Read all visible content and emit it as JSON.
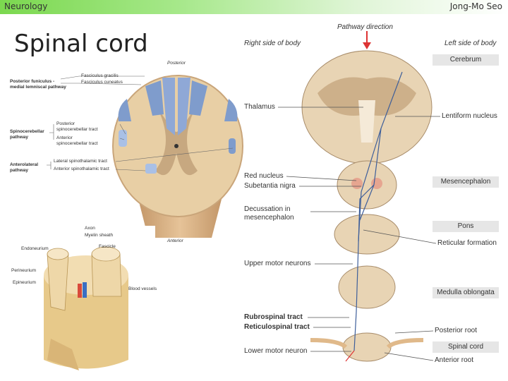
{
  "header": {
    "left": "Neurology",
    "right": "Jong-Mo Seo"
  },
  "title": "Spinal cord",
  "cross_section": {
    "posterior": "Posterior",
    "anterior": "Anterior",
    "pathways": [
      {
        "name": "Posterior funiculus -\nmedial lemniscal pathway",
        "tracts": [
          "Fasciculus gracilis",
          "Fasciculus cuneatus"
        ]
      },
      {
        "name": "Spinocerebellar\npathway",
        "tracts": [
          "Posterior\nspinocerebellar tract",
          "Anterior\nspinocerebellar tract"
        ]
      },
      {
        "name": "Anterolateral\npathway",
        "tracts": [
          "Lateral spinothalamic tract",
          "Anterior spinothalamic tract"
        ]
      }
    ]
  },
  "nerve": {
    "labels": [
      "Axon",
      "Myelin sheath",
      "Fascicle",
      "Endoneurium",
      "Perineurium",
      "Epineurium",
      "Blood vessels"
    ]
  },
  "motor_pathway": {
    "direction": "Pathway direction",
    "right_side": "Right side of body",
    "left_side": "Left side of body",
    "left_labels": [
      "Thalamus",
      "Red nucleus",
      "Subetantia nigra",
      "Decussation in\nmesencephalon",
      "Upper motor neurons",
      "Rubrospinal tract",
      "Reticulospinal tract",
      "Lower motor neuron"
    ],
    "right_boxes": [
      "Cerebrum",
      "Mesencephalon",
      "Pons",
      "Medulla oblongata",
      "Spinal cord"
    ],
    "right_labels": [
      "Lentiform nucleus",
      "Reticular formation",
      "Posterior root",
      "Anterior root"
    ]
  },
  "colors": {
    "tract_blue": "#7f9ccc",
    "tissue_tan": "#e3c99d",
    "gray_matter": "#c7a880"
  }
}
